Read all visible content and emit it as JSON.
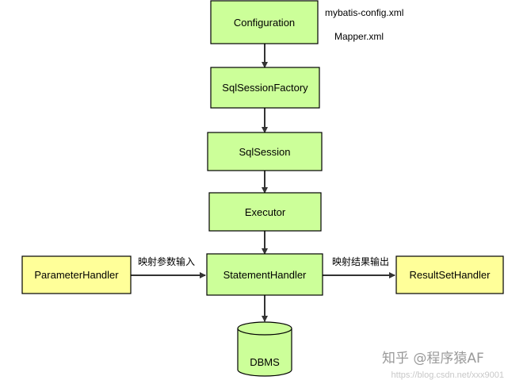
{
  "colors": {
    "core_fill": "#ccff99",
    "handler_fill": "#ffff99",
    "stroke": "#000000",
    "arrow": "#333333"
  },
  "nodes": {
    "configuration": "Configuration",
    "sql_session_factory": "SqlSessionFactory",
    "sql_session": "SqlSession",
    "executor": "Executor",
    "statement_handler": "StatementHandler",
    "parameter_handler": "ParameterHandler",
    "result_set_handler": "ResultSetHandler",
    "dbms": "DBMS"
  },
  "notes": {
    "config_file": "mybatis-config.xml",
    "mapper_file": "Mapper.xml"
  },
  "edges": {
    "param_to_statement": "映射参数输入",
    "statement_to_result": "映射结果输出"
  },
  "watermark": {
    "author": "知乎 @程序猿AF",
    "url": "https://blog.csdn.net/xxx9001"
  }
}
